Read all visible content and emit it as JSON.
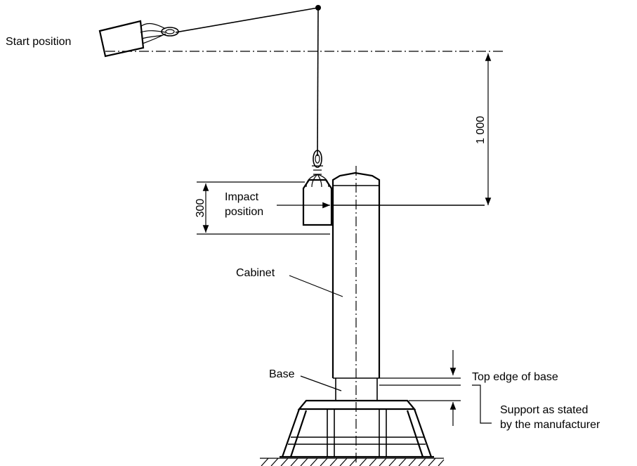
{
  "labels": {
    "start_position": "Start position",
    "impact_position_line1": "Impact",
    "impact_position_line2": "position",
    "cabinet": "Cabinet",
    "base": "Base",
    "top_edge_of_base": "Top edge of base",
    "support_line1": "Support as stated",
    "support_line2": "by the manufacturer"
  },
  "dimensions": {
    "drop_height": "1 000",
    "impact_height": "300"
  }
}
